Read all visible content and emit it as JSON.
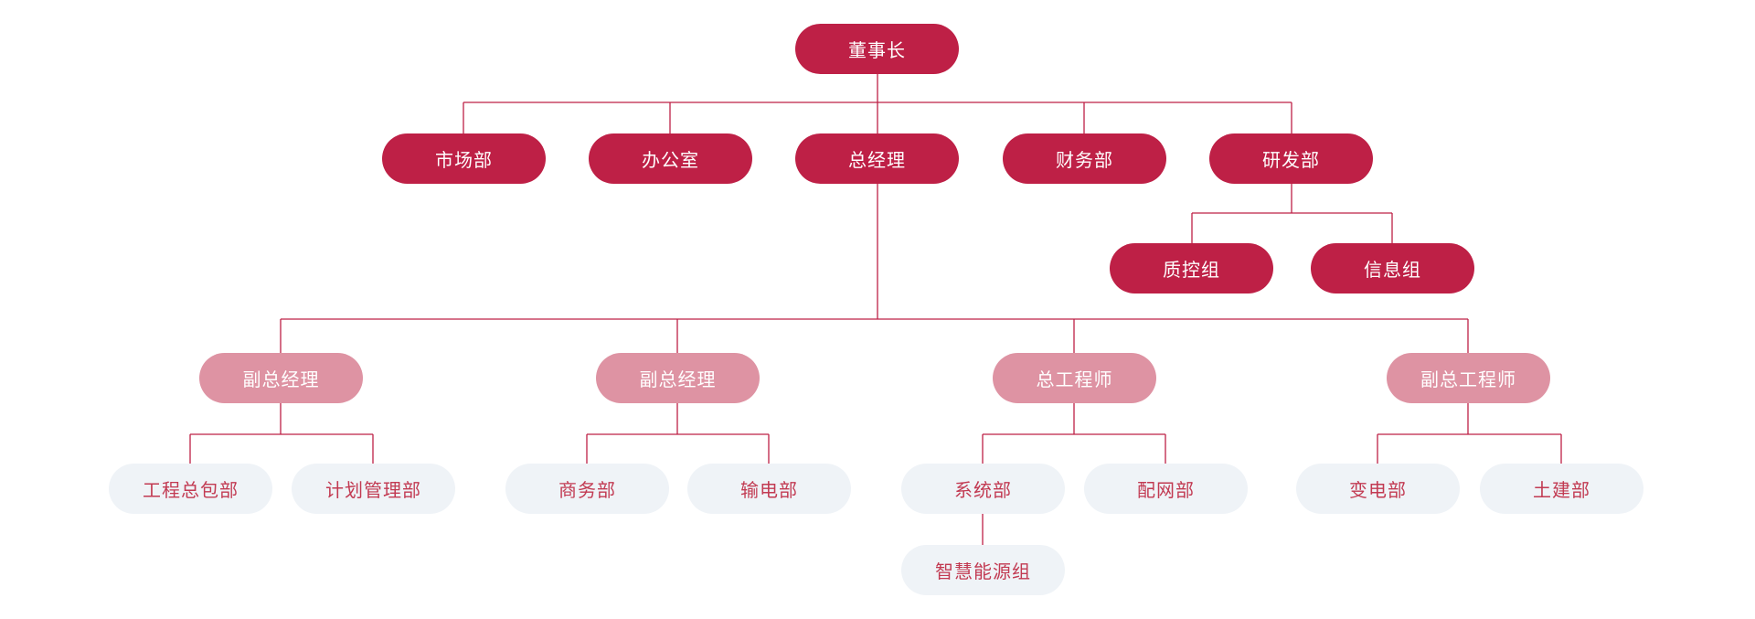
{
  "colors": {
    "dark_node": "#be2046",
    "pink_node": "#de93a3",
    "light_node": "#eff3f7",
    "light_node_text": "#c23a52",
    "dark_node_text": "#ffffff",
    "connector_line": "#be2046",
    "background": "#ffffff"
  },
  "nodes": {
    "chairman": {
      "label": "董事长"
    },
    "marketing": {
      "label": "市场部"
    },
    "office": {
      "label": "办公室"
    },
    "general_manager": {
      "label": "总经理"
    },
    "finance": {
      "label": "财务部"
    },
    "rnd": {
      "label": "研发部"
    },
    "quality_control": {
      "label": "质控组"
    },
    "information": {
      "label": "信息组"
    },
    "deputy_gm_1": {
      "label": "副总经理"
    },
    "deputy_gm_2": {
      "label": "副总经理"
    },
    "chief_engineer": {
      "label": "总工程师"
    },
    "deputy_chief_engineer": {
      "label": "副总工程师"
    },
    "epc": {
      "label": "工程总包部"
    },
    "planning": {
      "label": "计划管理部"
    },
    "business": {
      "label": "商务部"
    },
    "transmission": {
      "label": "输电部"
    },
    "systems": {
      "label": "系统部"
    },
    "distribution": {
      "label": "配网部"
    },
    "substation": {
      "label": "变电部"
    },
    "civil": {
      "label": "土建部"
    },
    "smart_energy": {
      "label": "智慧能源组"
    }
  },
  "chart_data": {
    "type": "org-chart",
    "root": {
      "label": "董事长",
      "style": "dark",
      "children": [
        {
          "label": "市场部",
          "style": "dark",
          "children": []
        },
        {
          "label": "办公室",
          "style": "dark",
          "children": []
        },
        {
          "label": "总经理",
          "style": "dark",
          "children": [
            {
              "label": "副总经理",
              "style": "pink",
              "children": [
                {
                  "label": "工程总包部",
                  "style": "light",
                  "children": []
                },
                {
                  "label": "计划管理部",
                  "style": "light",
                  "children": []
                }
              ]
            },
            {
              "label": "副总经理",
              "style": "pink",
              "children": [
                {
                  "label": "商务部",
                  "style": "light",
                  "children": []
                },
                {
                  "label": "输电部",
                  "style": "light",
                  "children": []
                }
              ]
            },
            {
              "label": "总工程师",
              "style": "pink",
              "children": [
                {
                  "label": "系统部",
                  "style": "light",
                  "children": [
                    {
                      "label": "智慧能源组",
                      "style": "light",
                      "children": []
                    }
                  ]
                },
                {
                  "label": "配网部",
                  "style": "light",
                  "children": []
                }
              ]
            },
            {
              "label": "副总工程师",
              "style": "pink",
              "children": [
                {
                  "label": "变电部",
                  "style": "light",
                  "children": []
                },
                {
                  "label": "土建部",
                  "style": "light",
                  "children": []
                }
              ]
            }
          ]
        },
        {
          "label": "财务部",
          "style": "dark",
          "children": []
        },
        {
          "label": "研发部",
          "style": "dark",
          "children": [
            {
              "label": "质控组",
              "style": "dark",
              "children": []
            },
            {
              "label": "信息组",
              "style": "dark",
              "children": []
            }
          ]
        }
      ]
    }
  }
}
